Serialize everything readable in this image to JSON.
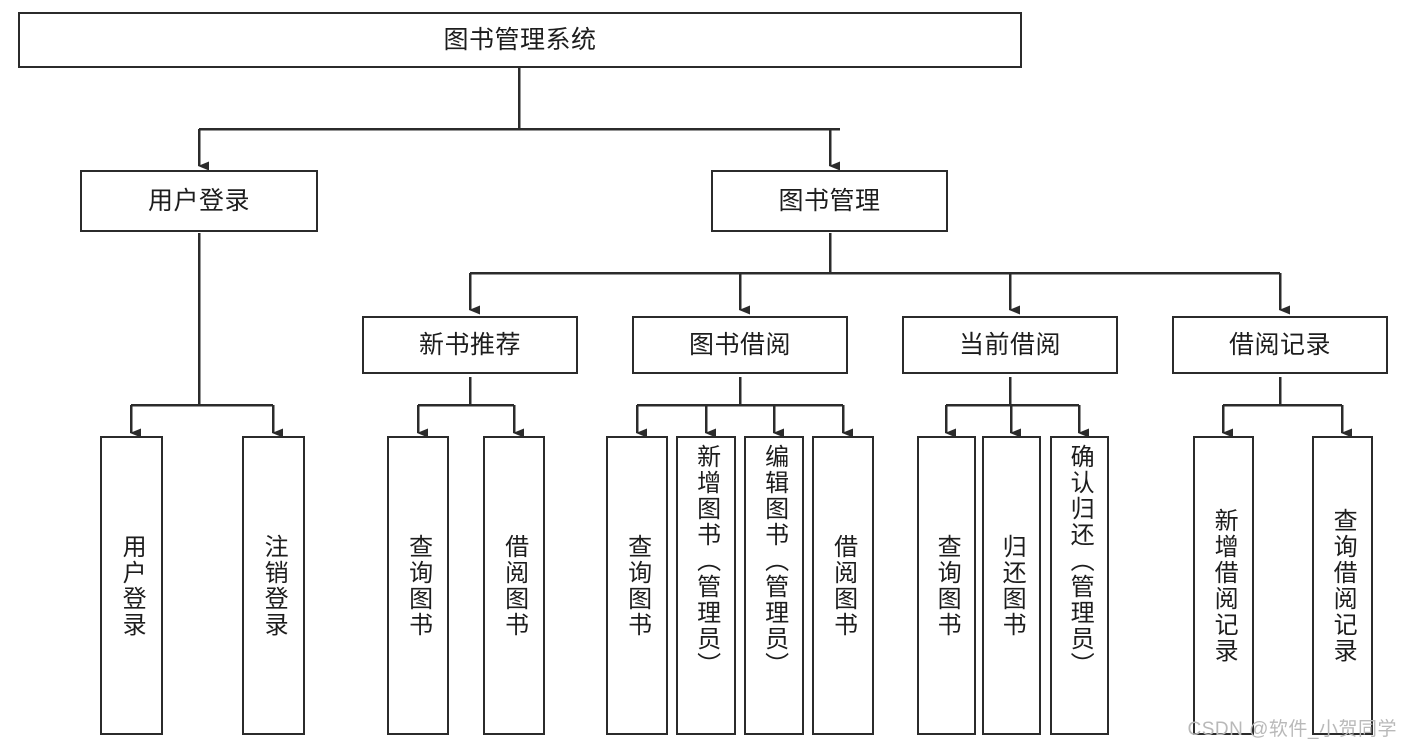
{
  "diagram": {
    "title": "图书管理系统",
    "type": "tree-hierarchy-chart",
    "colors": {
      "box_border": "#2b2b2b",
      "box_fill": "#ffffff",
      "connector": "#2b2b2b",
      "text": "#1d1d1d",
      "watermark": "#b9b9b9",
      "background": "#ffffff"
    },
    "root": {
      "label": "图书管理系统"
    },
    "level2": [
      {
        "label": "用户登录"
      },
      {
        "label": "图书管理"
      }
    ],
    "level3": [
      {
        "label": "新书推荐"
      },
      {
        "label": "图书借阅"
      },
      {
        "label": "当前借阅"
      },
      {
        "label": "借阅记录"
      }
    ],
    "leaves": {
      "user_login": [
        {
          "label": "用户登录"
        },
        {
          "label": "注销登录"
        }
      ],
      "new_book_recommend": [
        {
          "label": "查询图书"
        },
        {
          "label": "借阅图书"
        }
      ],
      "book_borrow": [
        {
          "label": "查询图书"
        },
        {
          "label": "新增图书（管理员）"
        },
        {
          "label": "编辑图书（管理员）"
        },
        {
          "label": "借阅图书"
        }
      ],
      "current_borrow": [
        {
          "label": "查询图书"
        },
        {
          "label": "归还图书"
        },
        {
          "label": "确认归还（管理员）"
        }
      ],
      "borrow_record": [
        {
          "label": "新增借阅记录"
        },
        {
          "label": "查询借阅记录"
        }
      ]
    }
  },
  "watermark": {
    "text": "CSDN @软件_小贺同学"
  }
}
